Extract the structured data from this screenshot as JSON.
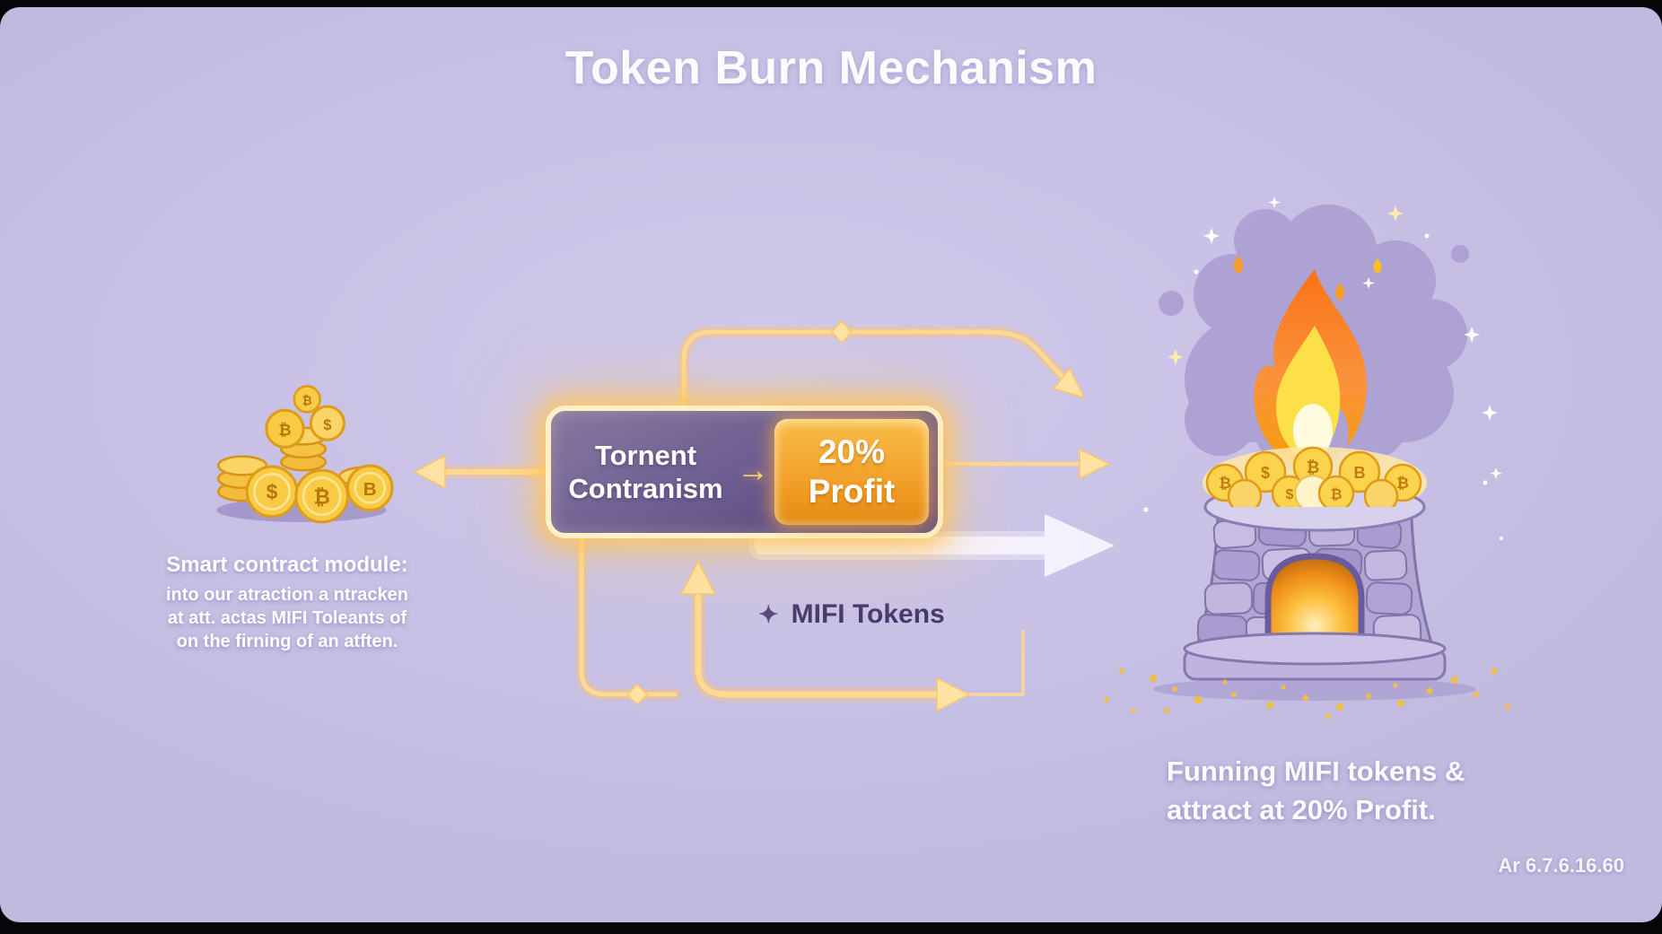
{
  "title": "Token Burn Mechanism",
  "colors": {
    "background": "#c8c1e5",
    "glow_yellow": "#ffd98e",
    "accent_orange": "#f09a22",
    "box_purple": "#5e4d85",
    "text_white": "#fdfcff",
    "text_dark_purple": "#453a6b"
  },
  "coin_pile": {
    "caption_heading": "Smart contract module:",
    "caption_lines": [
      "into our atraction a ntracken",
      "at att. actas MIFI Toleants of",
      "on the firning of an atften."
    ],
    "symbols": {
      "dollar": "$",
      "bitcoin": "₿",
      "b": "B"
    }
  },
  "flow_box": {
    "left_line1": "Tornent",
    "left_line2": "Contranism",
    "arrow_glyph": "→",
    "right_line1": "20%",
    "right_line2": "Profit"
  },
  "mifi_label": {
    "sparkle": "✦",
    "text": "MIFI Tokens"
  },
  "furnace": {
    "caption_line1": "Funning MIFI tokens &",
    "caption_line2": "attract at 20% Profit."
  },
  "footer": "Ar 6.7.6.16.60"
}
